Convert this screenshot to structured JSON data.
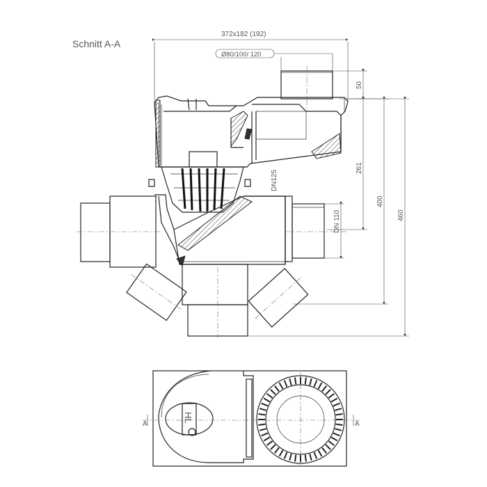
{
  "section_title": "Schnitt A-A",
  "dim_overall_width": "372x182 (192)",
  "dim_diameters": "Ø80/100/ 120",
  "dim_top_height": "50",
  "dim_inlet_height": "261",
  "dim_total_400": "400",
  "dim_total_460": "460",
  "label_dn125": "DN125",
  "label_dn110": "DN 110",
  "section_mark_left": "A",
  "section_mark_right": "A",
  "logo_text": "HL"
}
